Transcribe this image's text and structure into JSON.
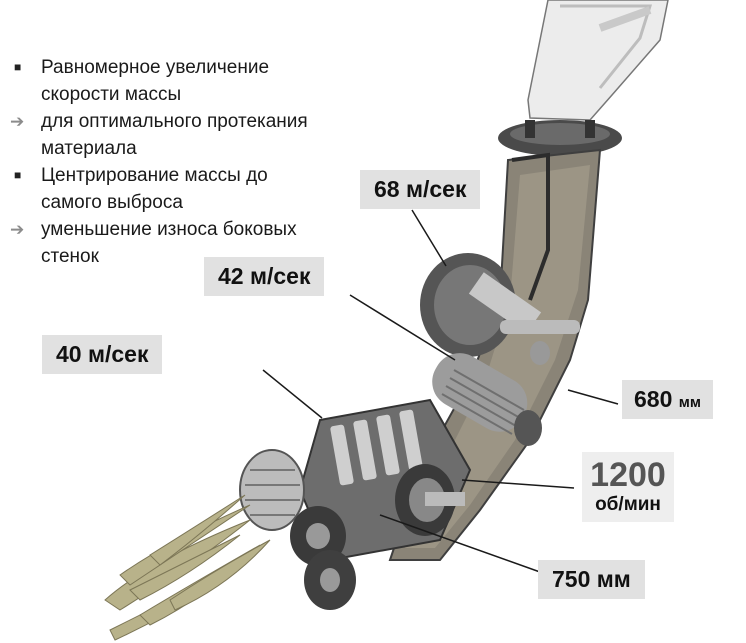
{
  "bullets": [
    {
      "marker": "square",
      "text": "Равномерное увеличение"
    },
    {
      "marker": "none",
      "text": "скорости массы"
    },
    {
      "marker": "arrow",
      "text": "для оптимального протекания"
    },
    {
      "marker": "none",
      "text": "материала"
    },
    {
      "marker": "square",
      "text": "Центрирование массы до"
    },
    {
      "marker": "none",
      "text": "самого выброса"
    },
    {
      "marker": "arrow",
      "text": "уменьшение износа боковых"
    },
    {
      "marker": "none",
      "text": "стенок"
    }
  ],
  "labels": {
    "speed_68": "68 м/сек",
    "speed_42": "42 м/сек",
    "speed_40": "40 м/сек",
    "dia_680_value": "680",
    "dia_680_unit": "мм",
    "rpm_value": "1200",
    "rpm_unit": "об/мин",
    "dia_750": "750 мм"
  },
  "colors": {
    "label_bg": "#e1e1e1",
    "arrow_marker": "#8c8c8c",
    "rpm_value": "#555555"
  }
}
